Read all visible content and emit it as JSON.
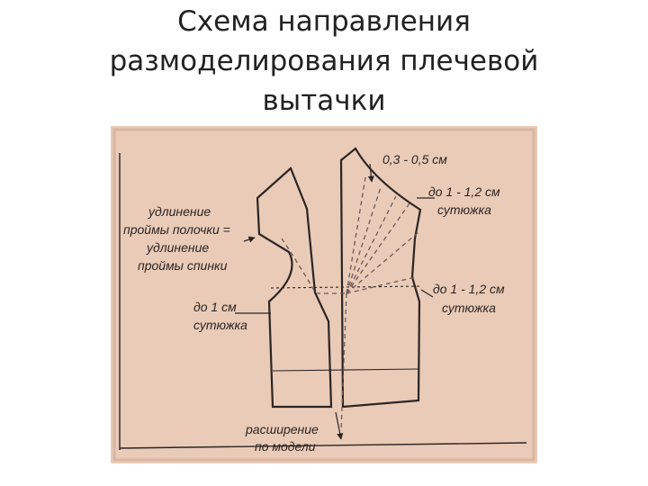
{
  "slide": {
    "title_lines": [
      "Схема направления",
      "размоделирования плечевой",
      "вытачки"
    ]
  },
  "diagram": {
    "labels": {
      "shoulder_offset": "0,3 - 0,5 см",
      "top_right_amount": "до 1 - 1,2 см",
      "top_right_action": "сутюжка",
      "mid_right_amount": "до 1 - 1,2 см",
      "mid_right_action": "сутюжка",
      "left_l1": "удлинение",
      "left_l2": "проймы полочки =",
      "left_l3": "удлинение",
      "left_l4": "проймы спинки",
      "low_left_amount": "до 1 см",
      "low_left_action": "сутюжка",
      "bottom_l1": "расширение",
      "bottom_l2": "по модели"
    },
    "colors": {
      "paper": "#e9cbb7",
      "ink": "#2c2424",
      "dashed": "#6e5a58"
    }
  }
}
